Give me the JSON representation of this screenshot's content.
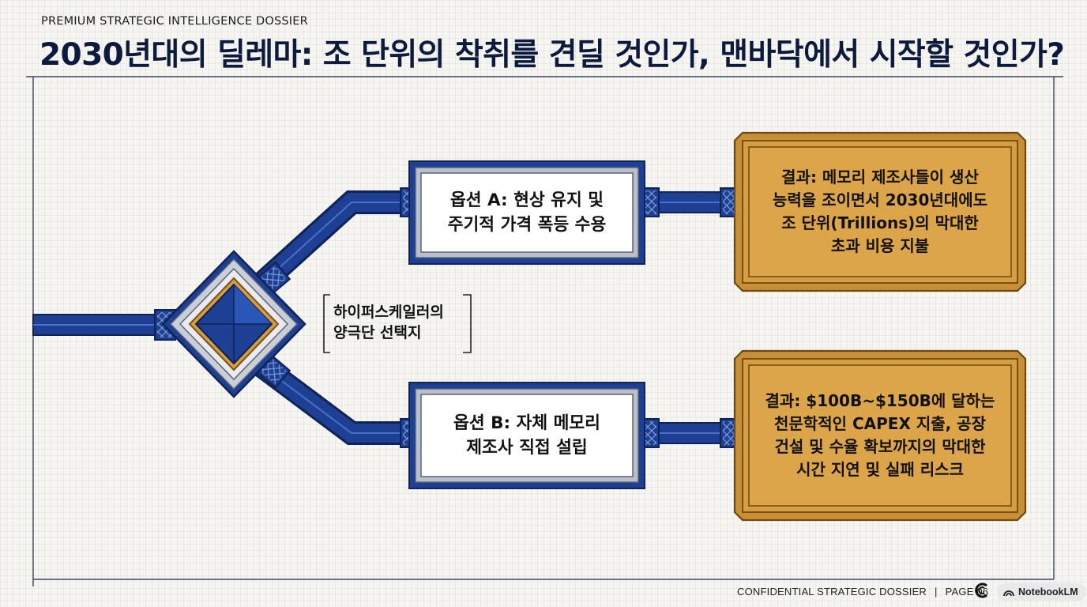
{
  "header": {
    "eyebrow": "PREMIUM STRATEGIC INTELLIGENCE DOSSIER",
    "title": "2030년대의 딜레마: 조 단위의 착취를 견딜 것인가, 맨바닥에서 시작할 것인가?"
  },
  "diagram": {
    "pivot_label": "하이퍼스케일러의\n양극단 선택지",
    "option_a": "옵션 A: 현상 유지 및\n주기적 가격 폭등 수용",
    "option_b": "옵션 B: 자체 메모리\n제조사 직접 설립",
    "result_a": "결과: 메모리 제조사들이 생산\n능력을 조이면서 2030년대에도\n조 단위(Trillions)의 막대한\n초과 비용 지불",
    "result_b": "결과: $100B~$150B에 달하는\n천문학적인 CAPEX 지출, 공장\n건설 및 수율 확보까지의 막대한\n시간 지연 및 실패 리스크"
  },
  "footer": {
    "dossier_label": "CONFIDENTIAL STRATEGIC DOSSIER",
    "separator": "|",
    "page_label": "PAGE 06",
    "badge_label": "NotebookLM"
  },
  "colors": {
    "navy": "#1d3f94",
    "navy_dark": "#0f2356",
    "gold": "#d79e3f",
    "gold_dark": "#7a531a",
    "steel": "#b5bcc8"
  },
  "icons": {
    "logo": "c-logo-icon",
    "badge": "notebook-icon"
  }
}
